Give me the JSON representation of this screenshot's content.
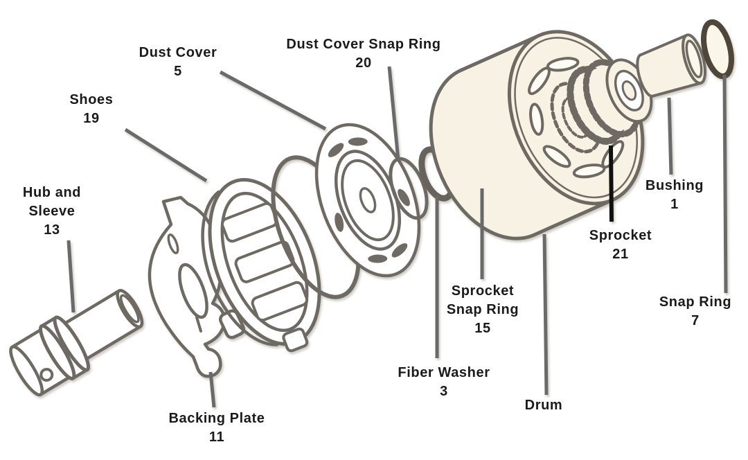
{
  "diagram": {
    "type": "exploded-parts-diagram",
    "subject": "clutch drum assembly",
    "background_color": "#ffffff",
    "line_color": "#6e6a63",
    "leader_color": "#6a6a6a",
    "sprocket_leader_color": "#111111",
    "text_color": "#1a1a1a",
    "part_fill_color": "#f7f2e3"
  },
  "parts": [
    {
      "name": "Dust Cover",
      "number": "5"
    },
    {
      "name": "Dust Cover Snap Ring",
      "number": "20"
    },
    {
      "name": "Shoes",
      "number": "19"
    },
    {
      "name": "Hub and Sleeve",
      "number": "13"
    },
    {
      "name": "Backing Plate",
      "number": "11"
    },
    {
      "name": "Fiber Washer",
      "number": "3"
    },
    {
      "name": "Sprocket Snap Ring",
      "number": "15"
    },
    {
      "name": "Drum",
      "number": ""
    },
    {
      "name": "Sprocket",
      "number": "21"
    },
    {
      "name": "Bushing",
      "number": "1"
    },
    {
      "name": "Snap Ring",
      "number": "7"
    }
  ],
  "labels": [
    {
      "line1": "Dust Cover",
      "line2": "5"
    },
    {
      "line1": "Dust Cover Snap Ring",
      "line2": "20"
    },
    {
      "line1": "Shoes",
      "line2": "19"
    },
    {
      "line1": "Hub and",
      "line2": "Sleeve",
      "line3": "13"
    },
    {
      "line1": "Backing Plate",
      "line2": "11"
    },
    {
      "line1": "Fiber Washer",
      "line2": "3"
    },
    {
      "line1": "Sprocket",
      "line2": "Snap Ring",
      "line3": "15"
    },
    {
      "line1": "Drum"
    },
    {
      "line1": "Sprocket",
      "line2": "21"
    },
    {
      "line1": "Bushing",
      "line2": "1"
    },
    {
      "line1": "Snap Ring",
      "line2": "7"
    }
  ]
}
